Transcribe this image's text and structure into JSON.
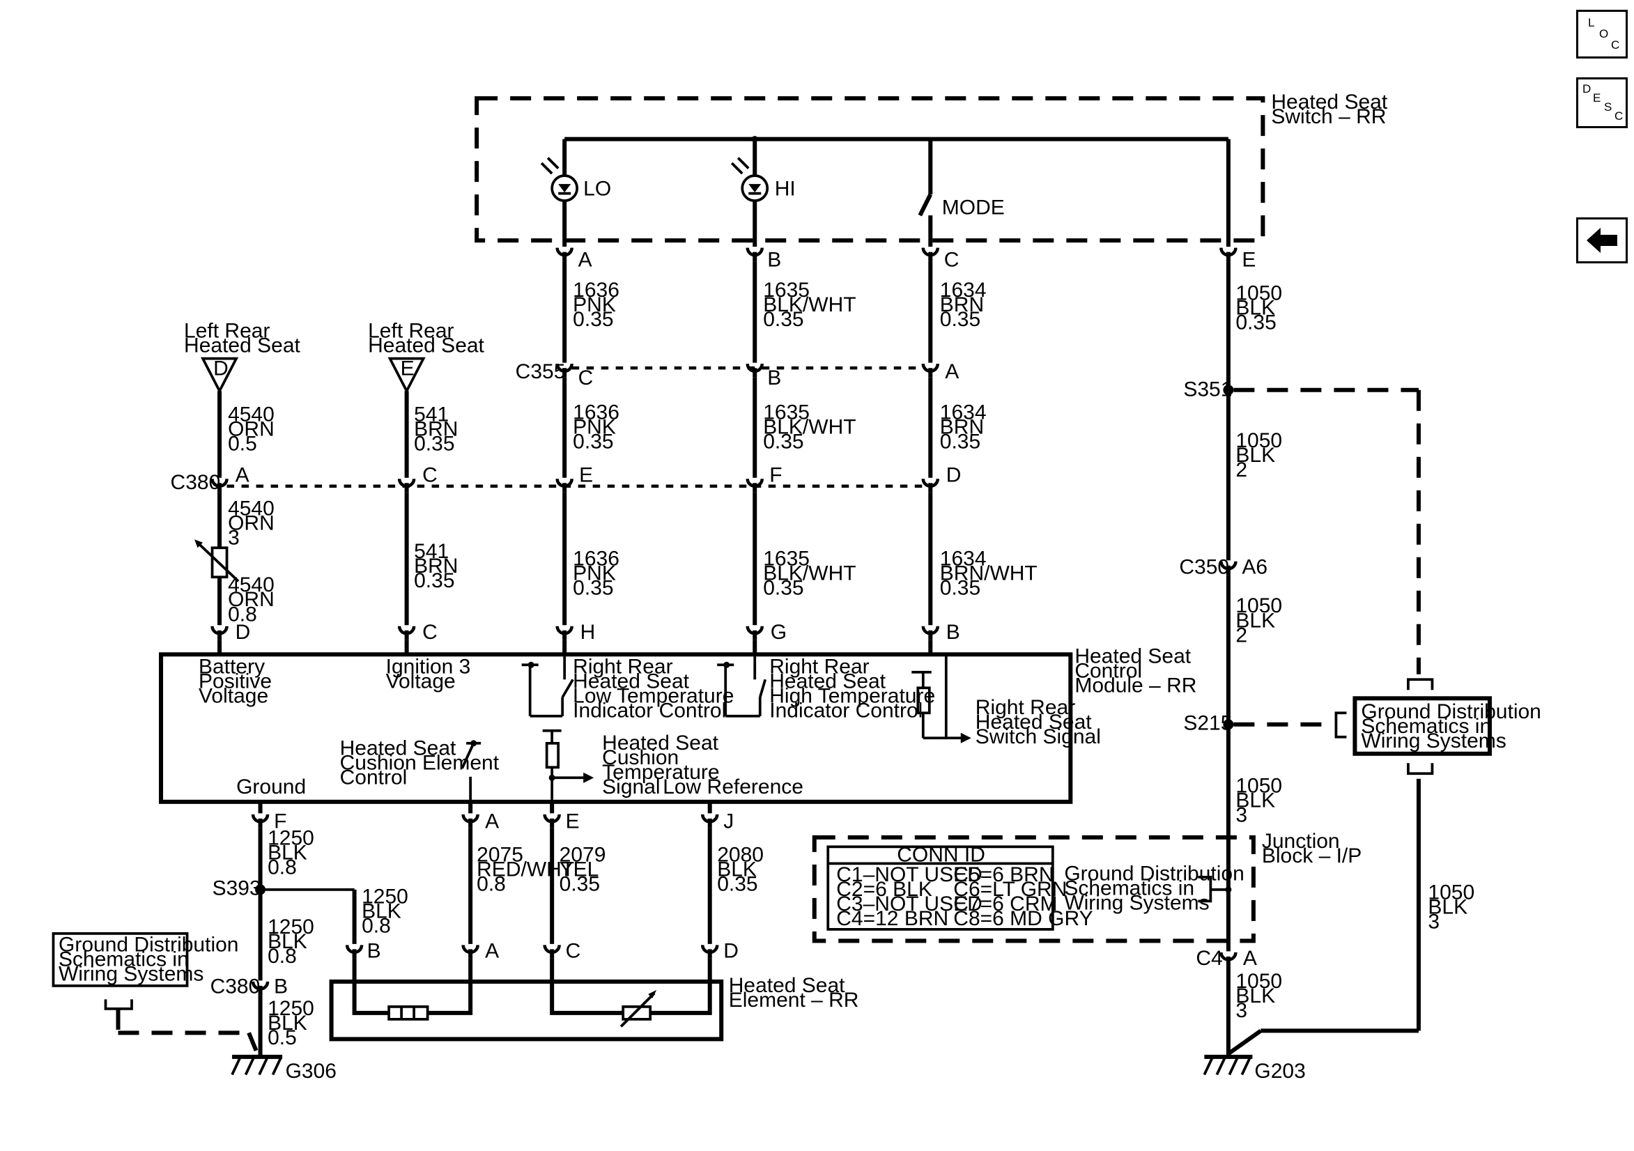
{
  "nav": {
    "loc": [
      "L",
      "O",
      "C"
    ],
    "desc": [
      "D",
      "E",
      "S",
      "C"
    ],
    "back_icon": "left-arrow-icon"
  },
  "switch": {
    "name": [
      "Heated Seat",
      "Switch – RR"
    ],
    "lo": "LO",
    "hi": "HI",
    "mode": "MODE",
    "pins": [
      "A",
      "B",
      "C",
      "E"
    ]
  },
  "module": {
    "name": [
      "Heated Seat",
      "Control",
      "Module – RR"
    ],
    "battery": [
      "Battery",
      "Positive",
      "Voltage"
    ],
    "ignition": [
      "Ignition 3",
      "Voltage"
    ],
    "lo_ind": [
      "Right Rear",
      "Heated Seat",
      "Low Temperature",
      "Indicator Control"
    ],
    "hi_ind": [
      "Right Rear",
      "Heated Seat",
      "High Temperature",
      "Indicator Control"
    ],
    "switch_sig": [
      "Right Rear",
      "Heated Seat",
      "Switch Signal"
    ],
    "cushion_ctrl": [
      "Heated Seat",
      "Cushion Element",
      "Control"
    ],
    "cushion_temp": [
      "Heated Seat",
      "Cushion",
      "Temperature",
      "Signal"
    ],
    "low_ref": "Low Reference",
    "ground": "Ground",
    "pins_top": [
      "D",
      "C",
      "H",
      "G",
      "B"
    ],
    "pins_bottom": [
      "F",
      "A",
      "E",
      "J"
    ]
  },
  "left_rear": {
    "d_label": [
      "Left Rear",
      "Heated Seat"
    ],
    "d_flag": "D",
    "e_label": [
      "Left Rear",
      "Heated Seat"
    ],
    "e_flag": "E"
  },
  "connectors": {
    "c355": "C355",
    "c355_pins": [
      "C",
      "B",
      "A"
    ],
    "c380": "C380",
    "c380_pins": [
      "A",
      "C",
      "E",
      "F",
      "D"
    ],
    "c380b": "C380",
    "c380b_pin": "B",
    "c350": "C350",
    "c350_pin": "A6",
    "c4": "C4",
    "c4_pin": "A",
    "s351": "S351",
    "s215": "S215",
    "s393": "S393",
    "g306": "G306",
    "g203": "G203"
  },
  "wires": {
    "sw_a": [
      "1636",
      "PNK",
      "0.35"
    ],
    "sw_b": [
      "1635",
      "BLK/WHT",
      "0.35"
    ],
    "sw_c": [
      "1634",
      "BRN",
      "0.35"
    ],
    "sw_e": [
      "1050",
      "BLK",
      "0.35"
    ],
    "mid_e": [
      "1636",
      "PNK",
      "0.35"
    ],
    "mid_f": [
      "1635",
      "BLK/WHT",
      "0.35"
    ],
    "mid_d": [
      "1634",
      "BRN",
      "0.35"
    ],
    "low_h": [
      "1636",
      "PNK",
      "0.35"
    ],
    "low_g": [
      "1635",
      "BLK/WHT",
      "0.35"
    ],
    "low_b": [
      "1634",
      "BRN/WHT",
      "0.35"
    ],
    "lr_d": [
      "4540",
      "ORN",
      "0.5"
    ],
    "lr_e": [
      "541",
      "BRN",
      "0.35"
    ],
    "bat1": [
      "4540",
      "ORN",
      "3"
    ],
    "bat2": [
      "4540",
      "ORN",
      "0.8"
    ],
    "ign": [
      "541",
      "BRN",
      "0.35"
    ],
    "gnd_f": [
      "1250",
      "BLK",
      "0.8"
    ],
    "gnd_s393_b": [
      "1250",
      "BLK",
      "0.8"
    ],
    "gnd_mid": [
      "1250",
      "BLK",
      "0.8"
    ],
    "gnd_low": [
      "1250",
      "BLK",
      "0.5"
    ],
    "el_a": [
      "2075",
      "RED/WHT",
      "0.8"
    ],
    "el_e": [
      "2079",
      "YEL",
      "0.35"
    ],
    "el_j": [
      "2080",
      "BLK",
      "0.35"
    ],
    "s351_c350": [
      "1050",
      "BLK",
      "2"
    ],
    "c350_s215": [
      "1050",
      "BLK",
      "2"
    ],
    "s215_c4": [
      "1050",
      "BLK",
      "3"
    ],
    "c4_g203": [
      "1050",
      "BLK",
      "3"
    ],
    "right_gnd": [
      "1050",
      "BLK",
      "3"
    ]
  },
  "element": {
    "name": [
      "Heated Seat",
      "Element – RR"
    ],
    "pins": [
      "B",
      "A",
      "C",
      "D"
    ]
  },
  "junction": {
    "name": [
      "Junction",
      "Block – I/P"
    ],
    "conn_title": "CONN ID",
    "conn_left": [
      "C1–NOT USED",
      "C2=6 BLK",
      "C3–NOT USED",
      "C4=12 BRN"
    ],
    "conn_right": [
      "C5=6 BRN",
      "C6=LT GRN",
      "C7=6 CRM",
      "C8=6 MD GRY"
    ],
    "gd_ref": [
      "Ground Distribution",
      "Schematics in",
      "Wiring Systems"
    ]
  },
  "gd_right": [
    "Ground Distribution",
    "Schematics in",
    "Wiring Systems"
  ],
  "gd_left": [
    "Ground Distribution",
    "Schematics in",
    "Wiring Systems"
  ]
}
